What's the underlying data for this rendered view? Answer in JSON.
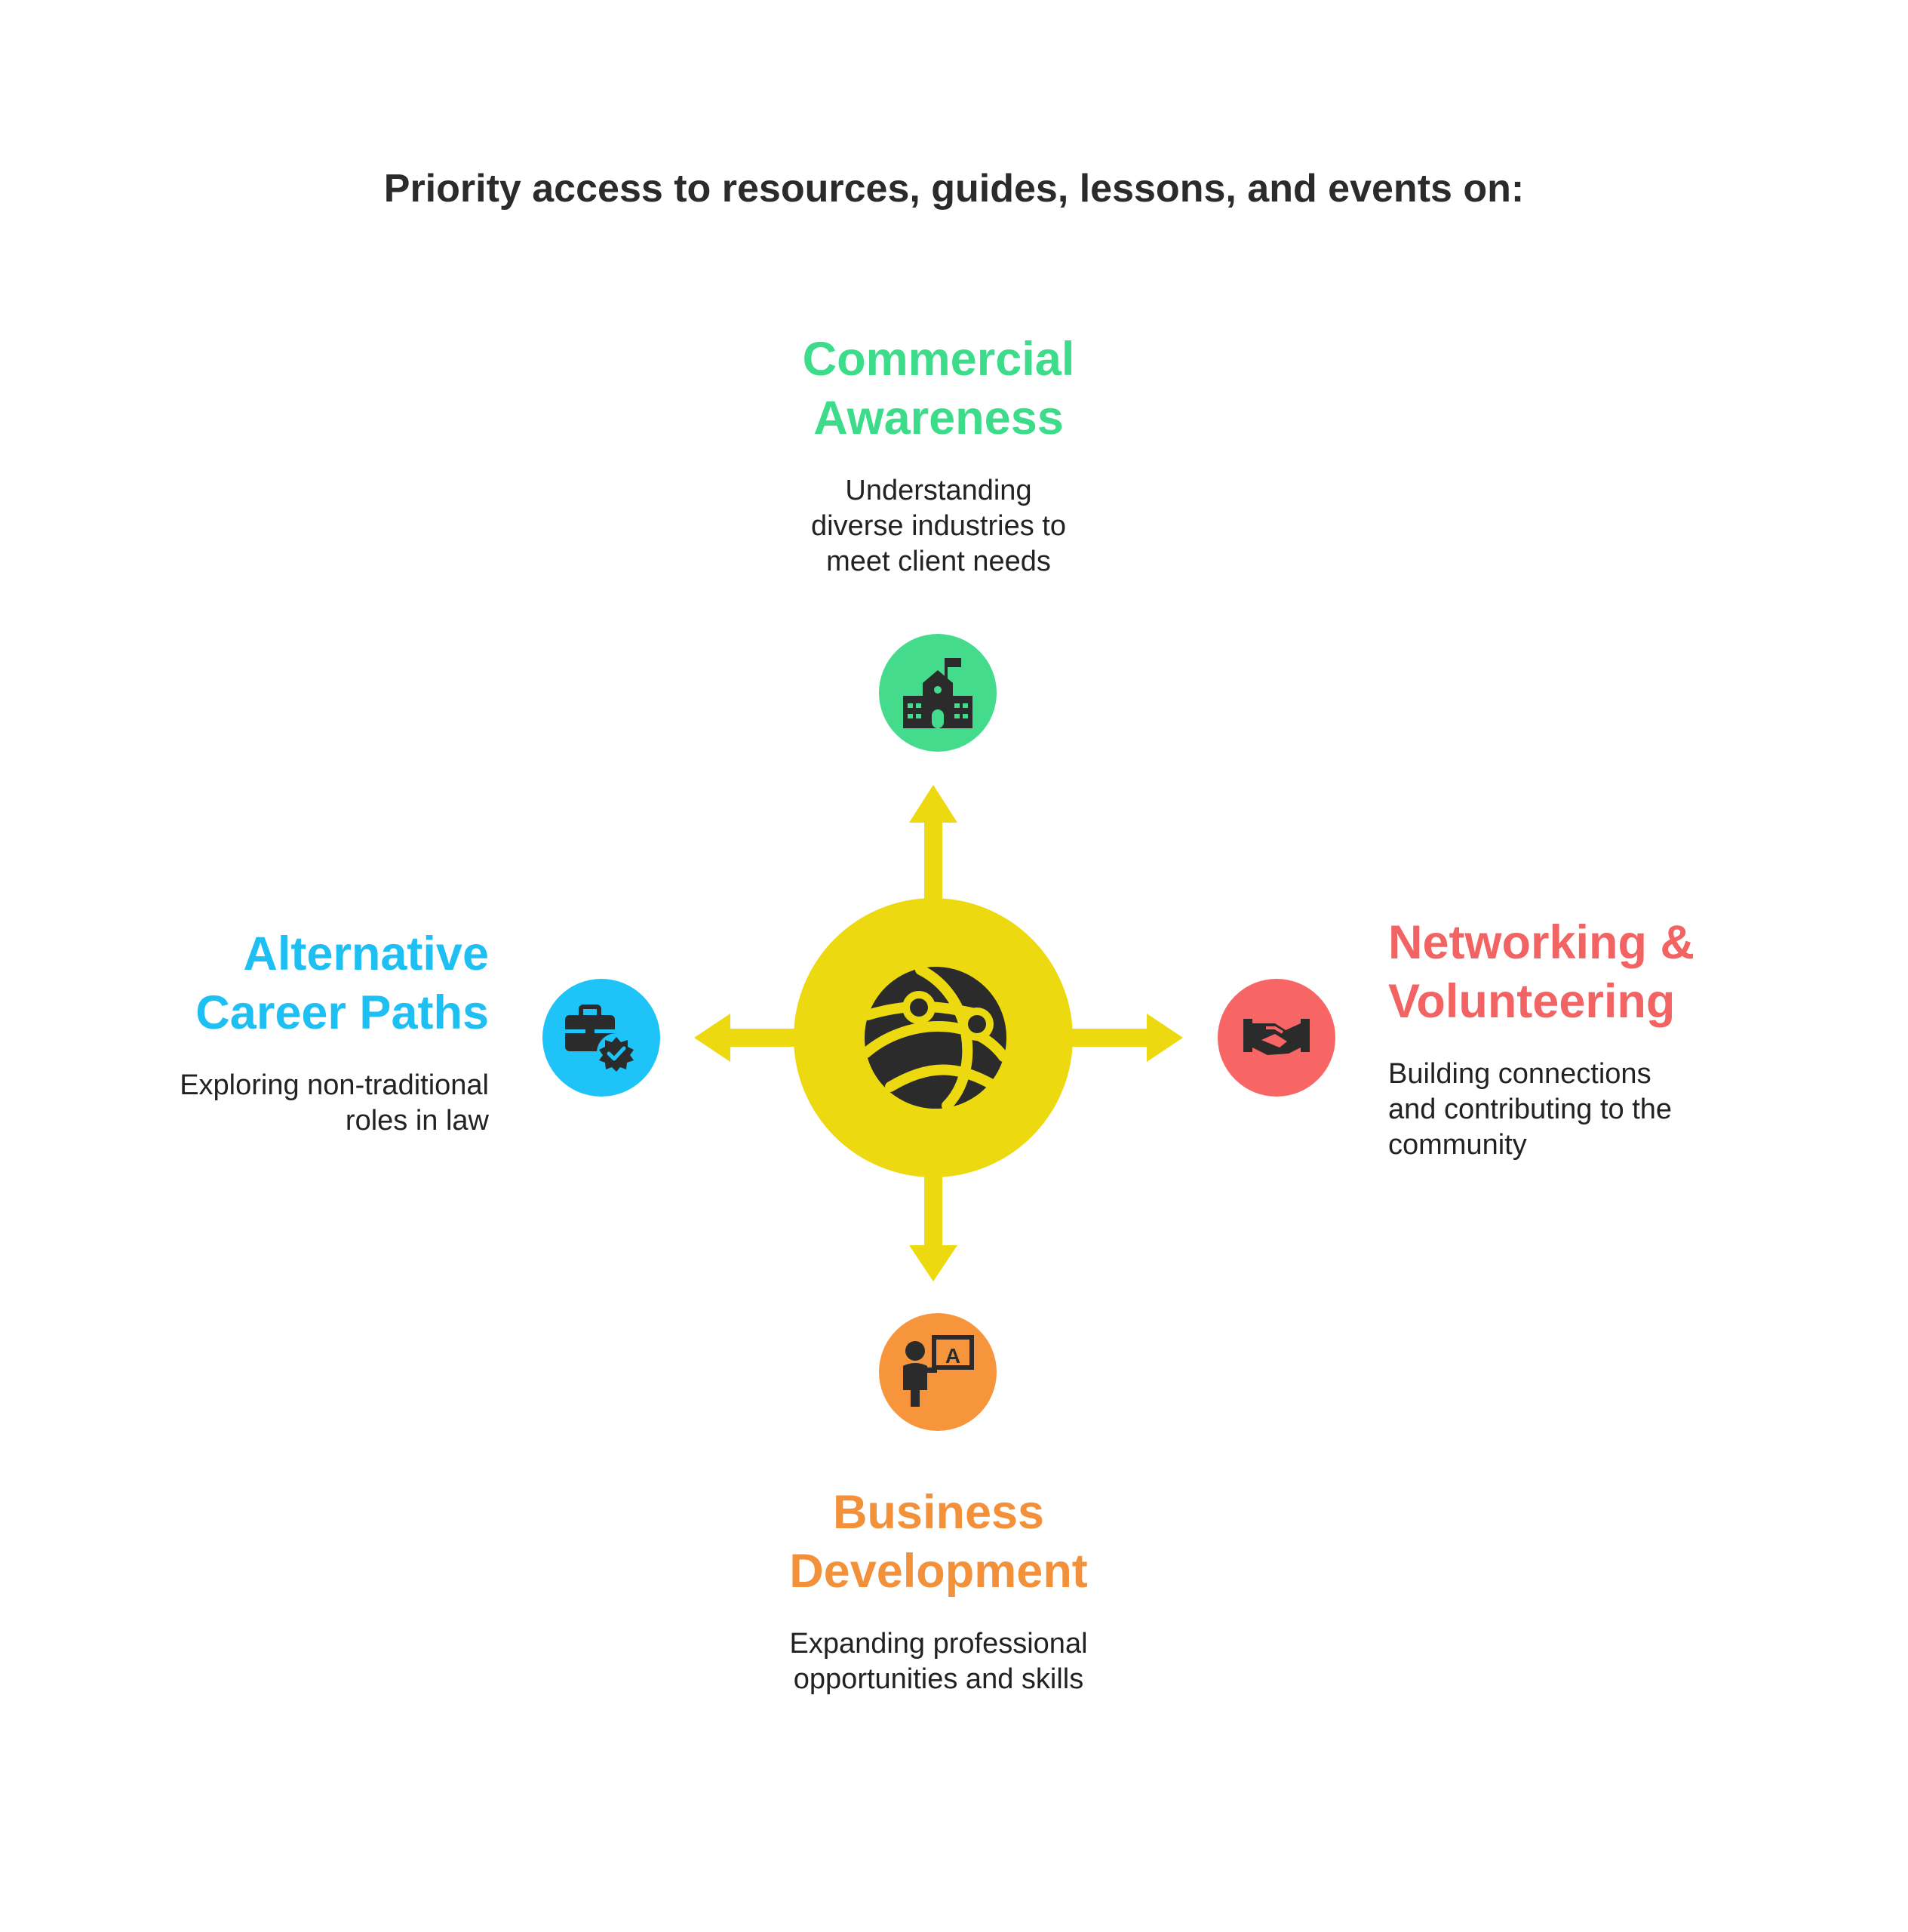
{
  "title": "Priority access to resources, guides, lessons, and events on:",
  "colors": {
    "center": "#ecd90f",
    "top": "#44db8c",
    "right": "#f76564",
    "bottom": "#f6953c",
    "left": "#1ec3f8",
    "icon": "#2b2b2b"
  },
  "center": {
    "icon": "globe-network-icon"
  },
  "nodes": {
    "top": {
      "icon": "school-building-icon",
      "heading": [
        "Commercial",
        "Awareness"
      ],
      "desc": [
        "Understanding",
        "diverse industries to",
        "meet client needs"
      ]
    },
    "right": {
      "icon": "handshake-icon",
      "heading": [
        "Networking &",
        "Volunteering"
      ],
      "desc": [
        "Building connections",
        "and contributing to the",
        "community"
      ]
    },
    "bottom": {
      "icon": "teacher-whiteboard-icon",
      "heading": [
        "Business",
        "Development"
      ],
      "desc": [
        "Expanding professional",
        "opportunities and skills"
      ]
    },
    "left": {
      "icon": "briefcase-badge-icon",
      "heading": [
        "Alternative",
        "Career Paths"
      ],
      "desc": [
        "Exploring non-traditional",
        "roles in law"
      ]
    }
  }
}
